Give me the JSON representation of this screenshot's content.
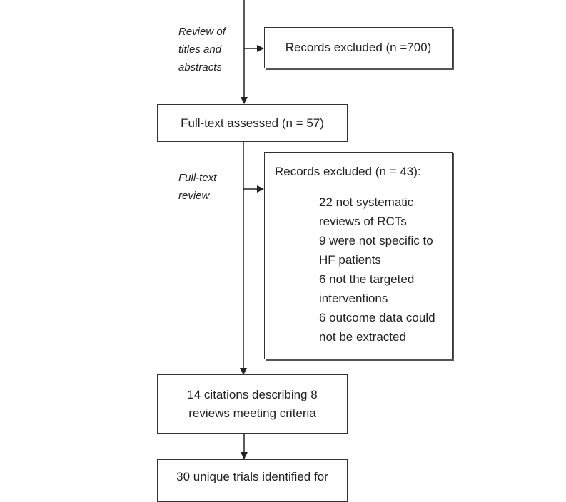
{
  "stage_labels": {
    "screening": [
      "Review of",
      "titles and",
      "abstracts"
    ],
    "fulltext": [
      "Full-",
      "text",
      "review"
    ]
  },
  "boxes": {
    "excluded_titles": "Records excluded (n =700)",
    "fulltext_assessed": "Full-text assessed (n = 57)",
    "excluded_fulltext": {
      "heading": "Records excluded (n = 43):",
      "reasons": [
        "22 not systematic",
        "reviews of RCTs",
        "9 were not specific to",
        "HF patients",
        "6 not the targeted",
        "interventions",
        "6 outcome data could",
        "not be extracted"
      ]
    },
    "citations": [
      "14 citations describing 8",
      "reviews meeting criteria"
    ],
    "trials": "30 unique trials identified for"
  }
}
